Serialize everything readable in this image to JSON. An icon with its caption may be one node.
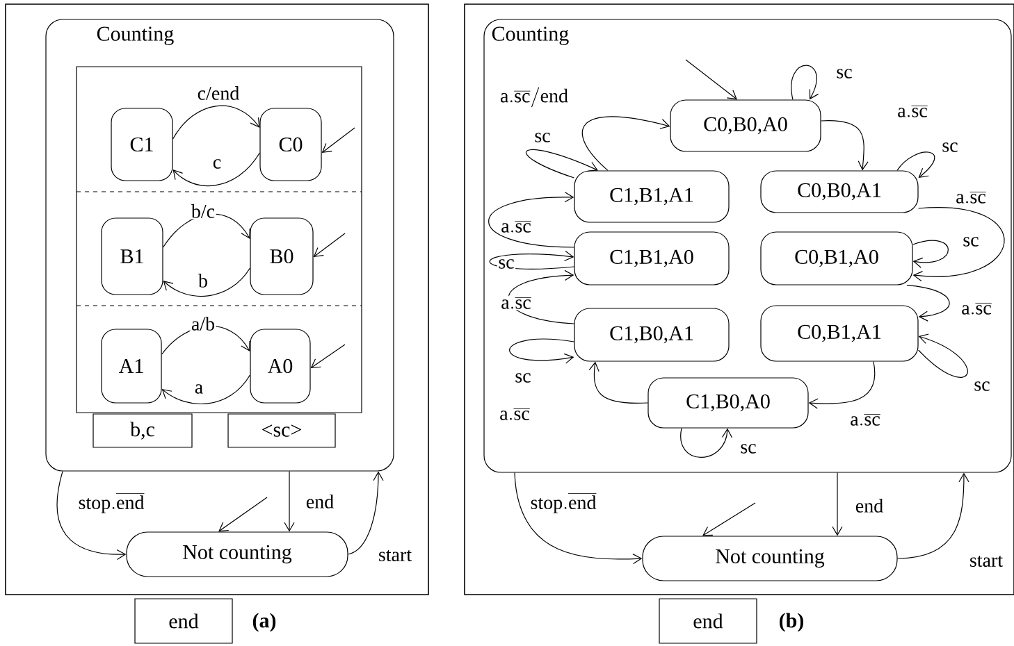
{
  "diagram": {
    "nodes": [
      {
        "text": [
          "Counting"
        ]
      },
      {
        "text": [],
        "shape": "box",
        "in": 0
      },
      {
        "text": [
          "C1"
        ],
        "in": 1
      },
      {
        "text": [
          "C0"
        ],
        "in": 1
      },
      {
        "text": [
          "B1"
        ],
        "in": 1
      },
      {
        "text": [
          "B0"
        ],
        "in": 1
      },
      {
        "text": [
          "A1"
        ],
        "in": 1
      },
      {
        "text": [
          "A0"
        ],
        "in": 1
      },
      {
        "text": [
          "b,c"
        ],
        "in": 0
      },
      {
        "text": [
          "<sc>"
        ],
        "in": 0
      },
      {
        "text": [
          "Not counting"
        ]
      },
      {
        "text": [
          "end"
        ]
      },
      {
        "text": [
          "Counting"
        ]
      },
      {
        "text": [
          "C0,B0,A0"
        ],
        "in": 12
      },
      {
        "text": [
          "C1,B1,A1"
        ],
        "in": 12
      },
      {
        "text": [
          "C0,B0,A1"
        ],
        "in": 12
      },
      {
        "text": [
          "C1,B1,A0"
        ],
        "in": 12
      },
      {
        "text": [
          "C0,B1,A0"
        ],
        "in": 12
      },
      {
        "text": [
          "C1,B0,A1"
        ],
        "in": 12
      },
      {
        "text": [
          "C0,B1,A1"
        ],
        "in": 12
      },
      {
        "text": [
          "C1,B0,A0"
        ],
        "in": 12
      },
      {
        "text": [
          "Not counting"
        ]
      },
      {
        "text": [
          "end"
        ]
      }
    ],
    "edges": [
      {
        "from": 2,
        "to": 3,
        "arrow": "to",
        "label": "c/end"
      },
      {
        "from": 3,
        "to": 2,
        "arrow": "to",
        "label": "c"
      },
      {
        "from": null,
        "to": 3,
        "arrow": "to"
      },
      {
        "from": 4,
        "to": 5,
        "arrow": "to",
        "label": "b/c"
      },
      {
        "from": 5,
        "to": 4,
        "arrow": "to",
        "label": "b"
      },
      {
        "from": null,
        "to": 5,
        "arrow": "to"
      },
      {
        "from": 6,
        "to": 7,
        "arrow": "to",
        "label": "a/b"
      },
      {
        "from": 7,
        "to": 6,
        "arrow": "to",
        "label": "a"
      },
      {
        "from": null,
        "to": 7,
        "arrow": "to"
      },
      {
        "from": 0,
        "to": 10,
        "arrow": "to",
        "label": "end"
      },
      {
        "from": 0,
        "to": 10,
        "arrow": "to",
        "label": "\\mathrm{stop.}\\overline{\\mathrm{end}}"
      },
      {
        "from": 10,
        "to": 0,
        "arrow": "to",
        "label": "start"
      },
      {
        "from": null,
        "to": 10,
        "arrow": "to"
      },
      {
        "from": null,
        "to": 13,
        "arrow": "to"
      },
      {
        "from": 13,
        "to": 13,
        "arrow": "to",
        "label": "sc"
      },
      {
        "from": 14,
        "to": 13,
        "arrow": "to",
        "label": "\\mathrm{a.}\\overline{\\mathrm{sc}}\\mathrm{/end}"
      },
      {
        "from": 13,
        "to": 15,
        "arrow": "to",
        "label": "\\mathrm{a.}\\overline{\\mathrm{sc}}"
      },
      {
        "from": 15,
        "to": 15,
        "arrow": "to",
        "label": "sc"
      },
      {
        "from": 15,
        "to": 17,
        "arrow": "to",
        "label": "\\mathrm{a.}\\overline{\\mathrm{sc}}"
      },
      {
        "from": 17,
        "to": 17,
        "arrow": "to",
        "label": "sc"
      },
      {
        "from": 17,
        "to": 19,
        "arrow": "to",
        "label": "\\mathrm{a.}\\overline{\\mathrm{sc}}"
      },
      {
        "from": 19,
        "to": 19,
        "arrow": "to",
        "label": "sc"
      },
      {
        "from": 19,
        "to": 20,
        "arrow": "to",
        "label": "\\mathrm{a.}\\overline{\\mathrm{sc}}"
      },
      {
        "from": 20,
        "to": 20,
        "arrow": "to",
        "label": "sc"
      },
      {
        "from": 20,
        "to": 18,
        "arrow": "to",
        "label": "\\mathrm{a.}\\overline{\\mathrm{sc}}"
      },
      {
        "from": 18,
        "to": 18,
        "arrow": "to",
        "label": "sc"
      },
      {
        "from": 18,
        "to": 16,
        "arrow": "to",
        "label": "\\mathrm{a.}\\overline{\\mathrm{sc}}"
      },
      {
        "from": 16,
        "to": 16,
        "arrow": "to",
        "label": "sc"
      },
      {
        "from": 16,
        "to": 14,
        "arrow": "to",
        "label": "\\mathrm{a.}\\overline{\\mathrm{sc}}"
      },
      {
        "from": 14,
        "to": 14,
        "arrow": "to",
        "label": "sc"
      },
      {
        "from": 12,
        "to": 21,
        "arrow": "to",
        "label": "end"
      },
      {
        "from": 12,
        "to": 21,
        "arrow": "to",
        "label": "\\mathrm{stop.}\\overline{\\mathrm{end}}"
      },
      {
        "from": 21,
        "to": 12,
        "arrow": "to",
        "label": "start"
      },
      {
        "from": null,
        "to": 21,
        "arrow": "to"
      }
    ],
    "labels": [
      "(a)",
      "(b)"
    ]
  }
}
